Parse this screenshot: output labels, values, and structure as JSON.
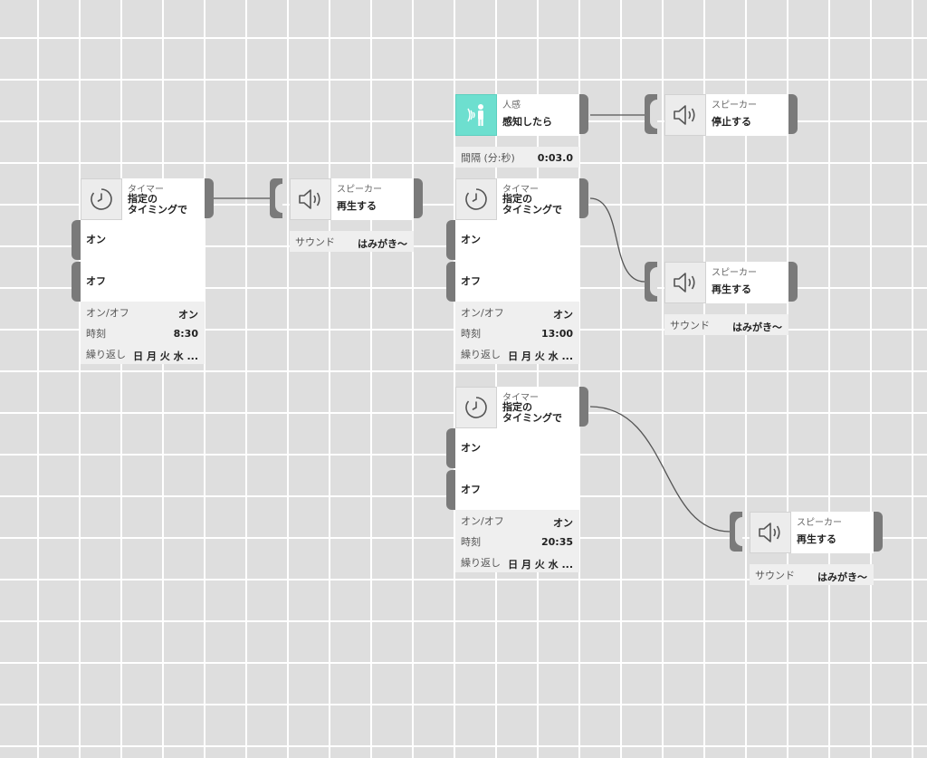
{
  "blocks": {
    "timer_left": {
      "category": "タイマー",
      "action_line1": "指定の",
      "action_line2": "タイミングで",
      "on_label": "オン",
      "off_label": "オフ",
      "props": [
        {
          "key": "オン/オフ",
          "value": "オン"
        },
        {
          "key": "時刻",
          "value": "8:30"
        },
        {
          "key": "繰り返し",
          "value": "日 月 火 水 ..."
        }
      ]
    },
    "speaker_left": {
      "category": "スピーカー",
      "action": "再生する",
      "props": [
        {
          "key": "サウンド",
          "value": "はみがき〜"
        }
      ]
    },
    "motion_sensor": {
      "category": "人感",
      "action": "感知したら",
      "props": [
        {
          "key": "間隔 (分:秒)",
          "value": "0:03.0"
        }
      ]
    },
    "speaker_stop": {
      "category": "スピーカー",
      "action": "停止する"
    },
    "timer_mid": {
      "category": "タイマー",
      "action_line1": "指定の",
      "action_line2": "タイミングで",
      "on_label": "オン",
      "off_label": "オフ",
      "props": [
        {
          "key": "オン/オフ",
          "value": "オン"
        },
        {
          "key": "時刻",
          "value": "13:00"
        },
        {
          "key": "繰り返し",
          "value": "日 月 火 水 ..."
        }
      ]
    },
    "speaker_mid": {
      "category": "スピーカー",
      "action": "再生する",
      "props": [
        {
          "key": "サウンド",
          "value": "はみがき〜"
        }
      ]
    },
    "timer_bottom": {
      "category": "タイマー",
      "action_line1": "指定の",
      "action_line2": "タイミングで",
      "on_label": "オン",
      "off_label": "オフ",
      "props": [
        {
          "key": "オン/オフ",
          "value": "オン"
        },
        {
          "key": "時刻",
          "value": "20:35"
        },
        {
          "key": "繰り返し",
          "value": "日 月 火 水 ..."
        }
      ]
    },
    "speaker_bottom": {
      "category": "スピーカー",
      "action": "再生する",
      "props": [
        {
          "key": "サウンド",
          "value": "はみがき〜"
        }
      ]
    }
  },
  "icons": {
    "timer": "clock-icon",
    "speaker": "speaker-icon",
    "sensor": "person-sensor-icon"
  },
  "colors": {
    "canvas": "#dedede",
    "grid": "#ffffff",
    "port": "#7a7a7a",
    "sensor_accent": "#6ddfcf",
    "wire": "#555555"
  }
}
